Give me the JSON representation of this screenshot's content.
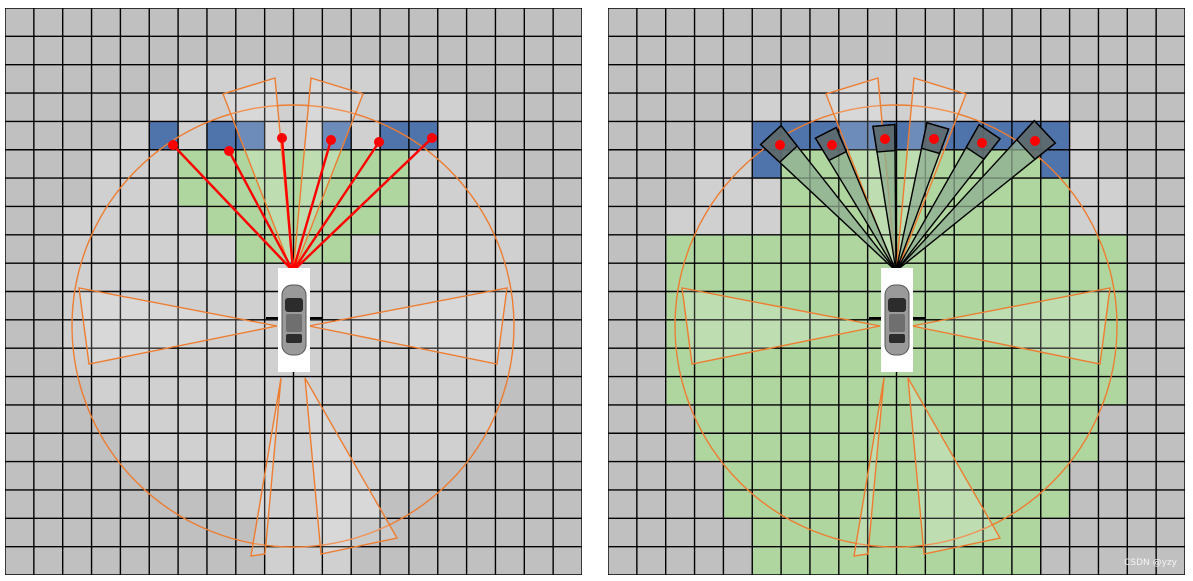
{
  "figure": {
    "watermark": "CSDN @yzy"
  },
  "grid": {
    "cols": 20,
    "rows": 20,
    "colors": {
      "unknown": "#c0c0c0",
      "unknown_light": "#d0d0d0",
      "free": "#b0d69f",
      "occupied": "#4f73ab",
      "lines": "#000000"
    }
  },
  "sensor": {
    "range_circle_color": "#ed7d31",
    "ray_color": "#ff0000",
    "hit_point_color": "#ff0000",
    "cone_fill_color": "#8fae92",
    "beam_count": 6
  },
  "vehicle": {
    "body_color": "#9a9a9a",
    "window_color": "#2c2c2c",
    "pad_color": "#ffffff"
  }
}
